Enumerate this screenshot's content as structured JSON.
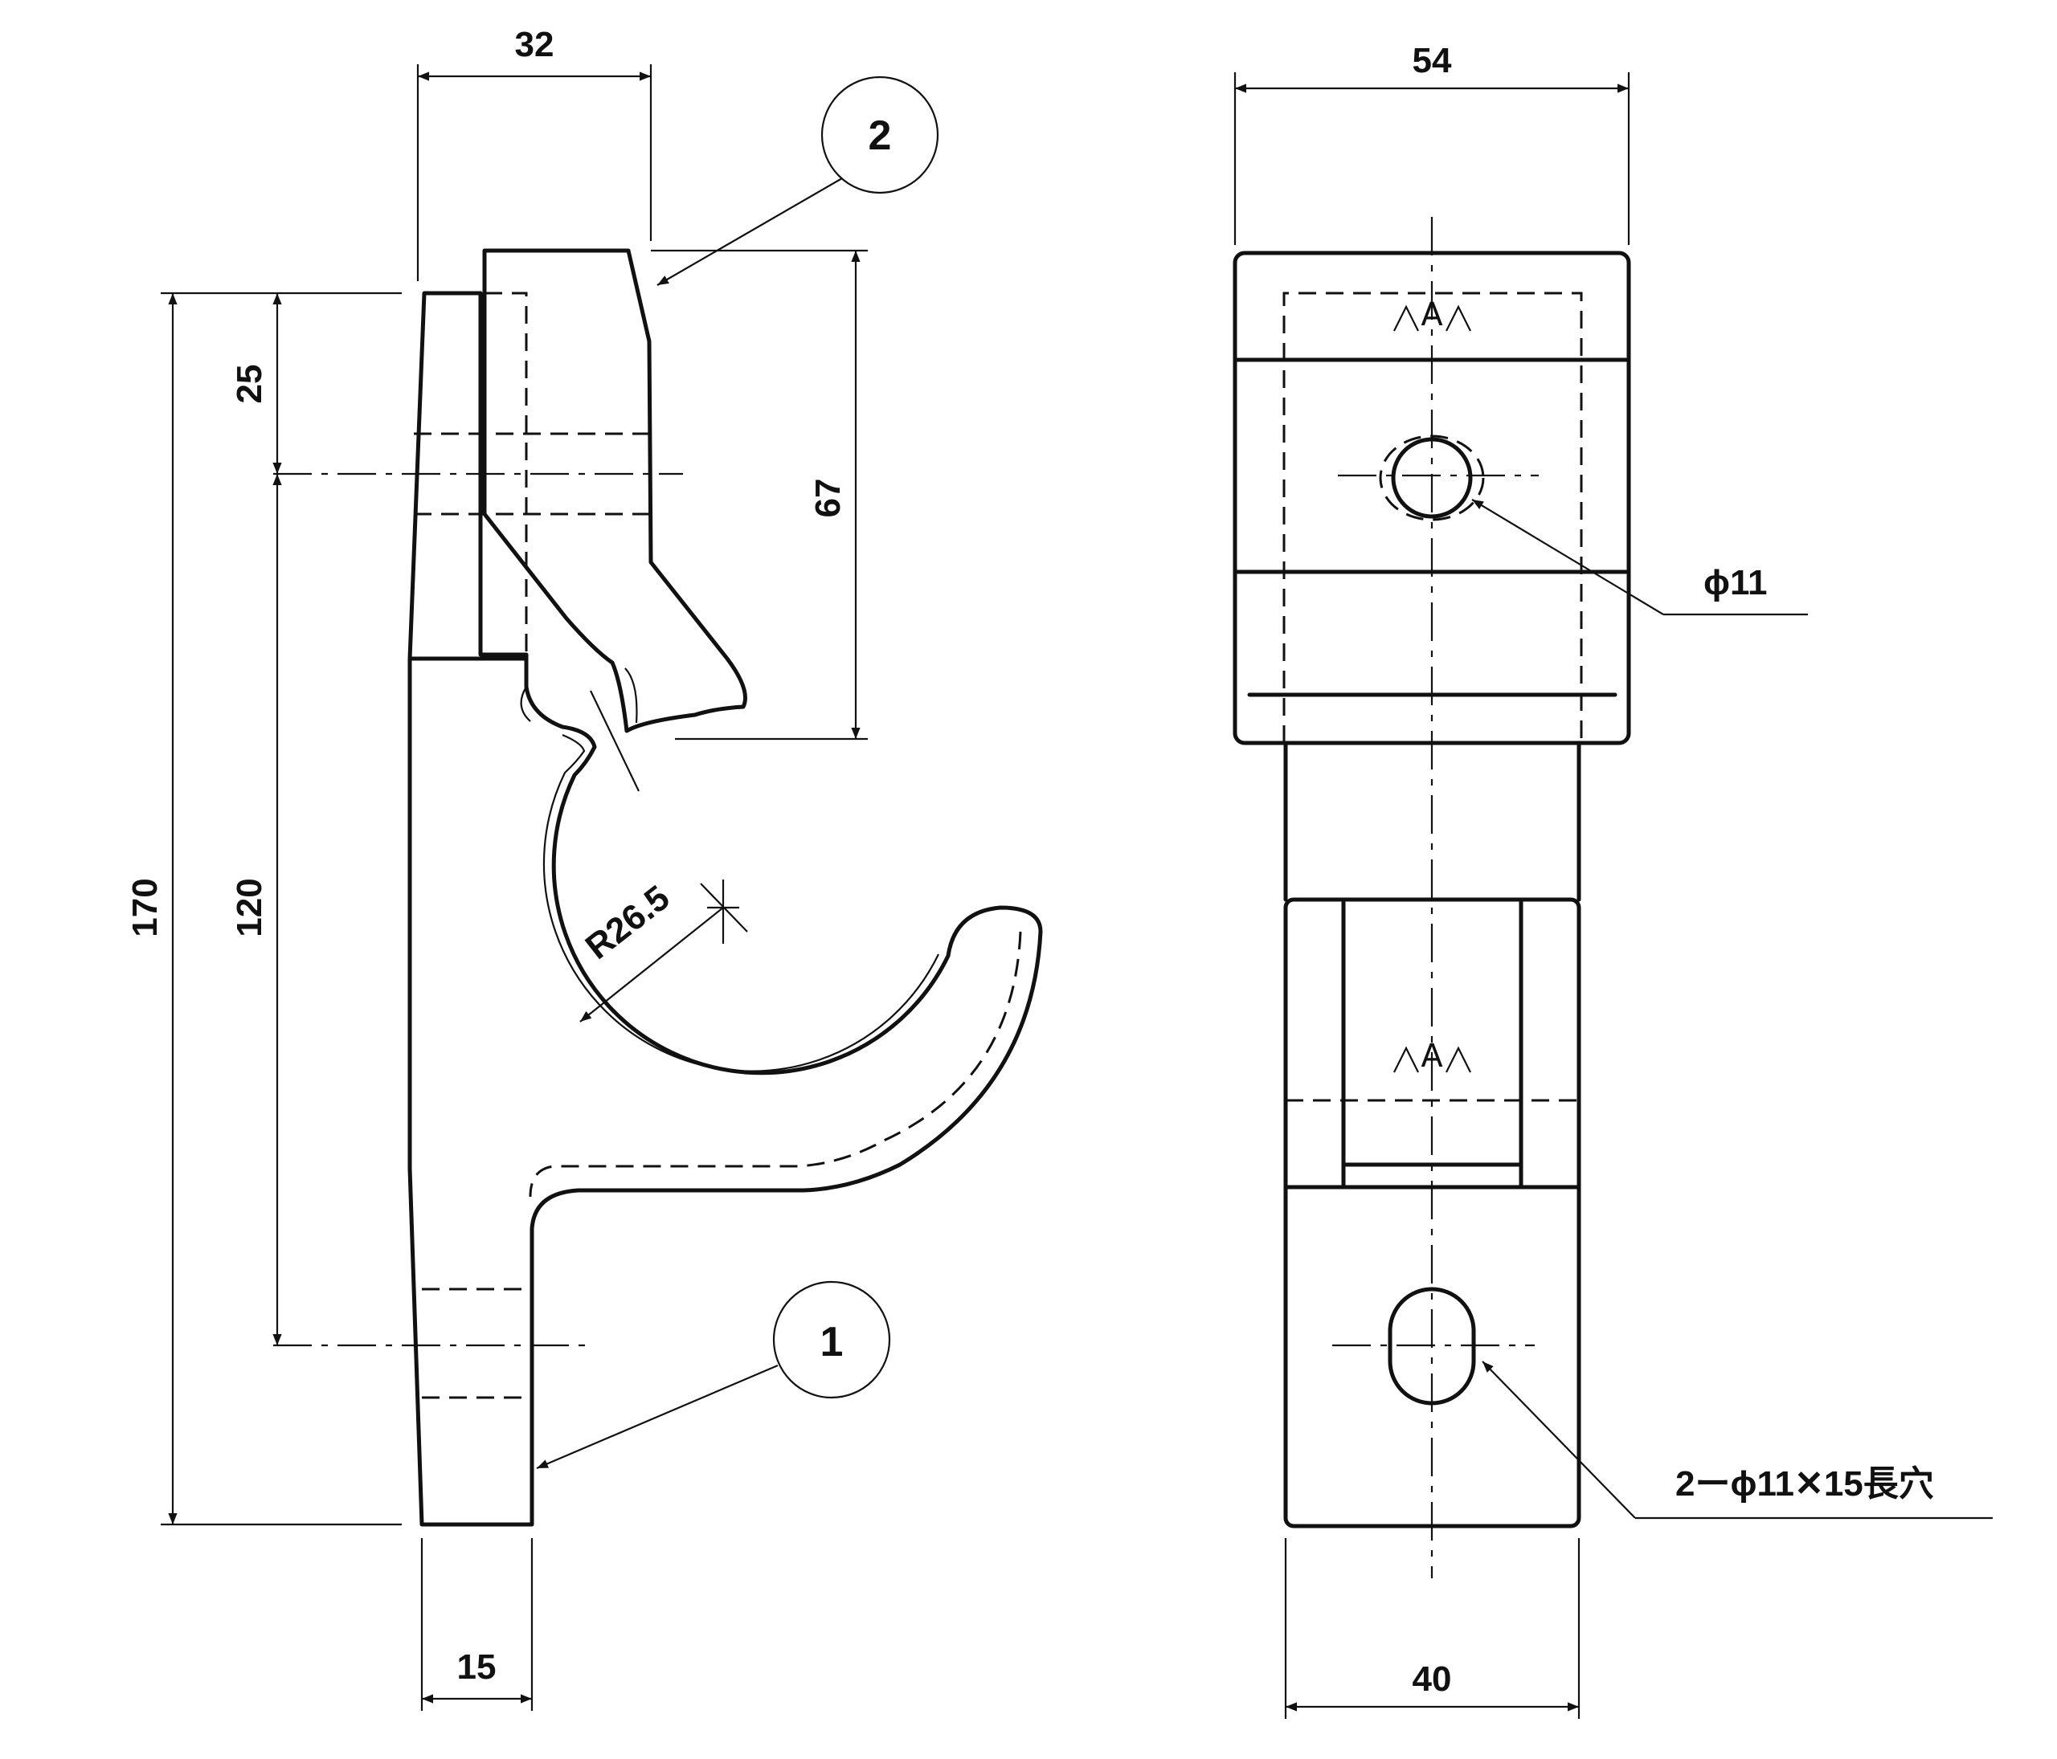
{
  "dimensions": {
    "side_width_top": "32",
    "side_height_total": "170",
    "side_hole_offset": "25",
    "side_hole_spacing": "120",
    "side_upper_height": "67",
    "side_radius": "R26.5",
    "side_width_bottom": "15",
    "front_width_top": "54",
    "front_width_bottom": "40"
  },
  "callouts": {
    "part_1": "1",
    "part_2": "2"
  },
  "notes": {
    "round_hole": "ϕ11",
    "slot_holes": "2ーϕ11✕15長穴"
  },
  "weld_mark": "A"
}
